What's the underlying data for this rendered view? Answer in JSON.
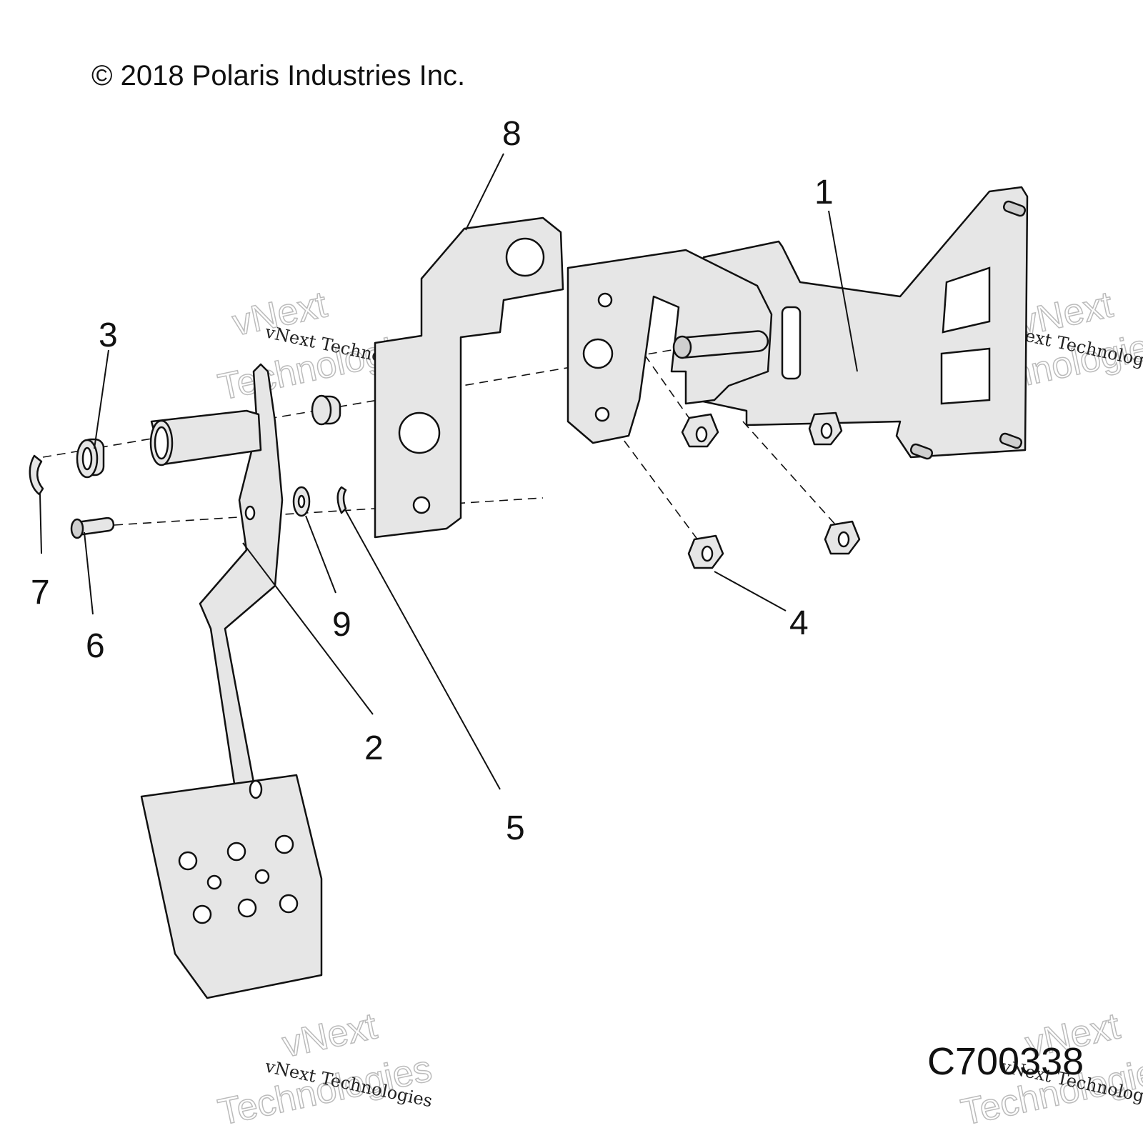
{
  "copyright": "© 2018 Polaris Industries Inc.",
  "figure_code": "C700338",
  "callouts": [
    "1",
    "2",
    "3",
    "4",
    "5",
    "6",
    "7",
    "8",
    "9"
  ],
  "watermark": {
    "small": "vNext Technologies",
    "big_line1": "vNext",
    "big_line2": "Technologies"
  }
}
